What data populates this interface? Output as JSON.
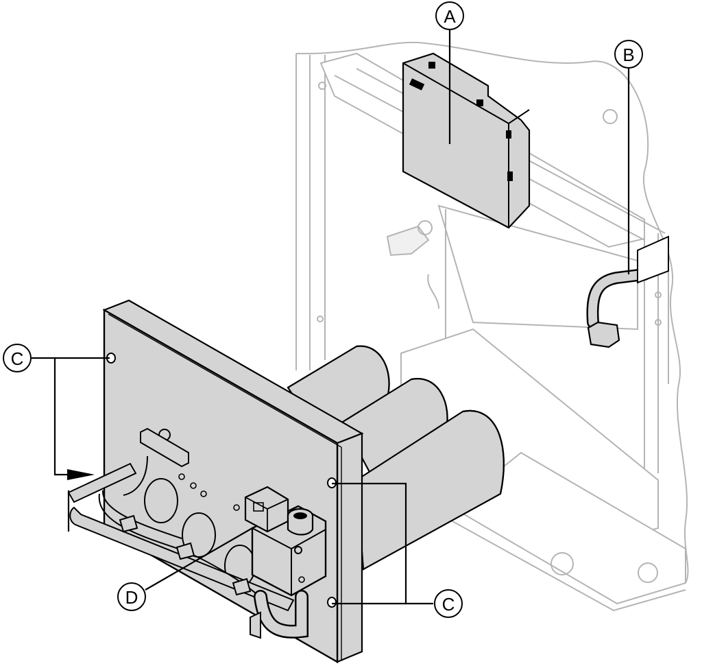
{
  "callouts": {
    "a": "A",
    "b": "B",
    "c_left": "C",
    "c_right": "C",
    "d": "D"
  },
  "colors": {
    "component_fill": "#d4d4d4",
    "ghost_line": "#b4b4b4",
    "ghost_fill": "#f0f0f0",
    "outline": "#000000"
  }
}
